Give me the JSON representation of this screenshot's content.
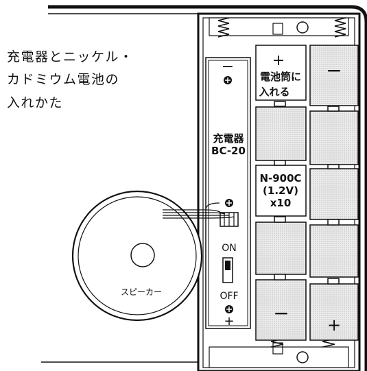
{
  "caption": {
    "line1": "充電器とニッケル・",
    "line2": "カドミウム電池の",
    "line3": "入れかた"
  },
  "charger": {
    "name": "充電器",
    "model": "BC-20",
    "minus_sign": "−",
    "plus_sign": "+",
    "switch_on": "ON",
    "switch_off": "OFF"
  },
  "battery": {
    "plus_sign": "+",
    "insert_line1": "電池筒に",
    "insert_line2": "入れる",
    "type": "N-900C",
    "voltage": "(1.2V)",
    "count": "x10",
    "minus_sign": "−"
  },
  "speaker": {
    "label": "スピーカー"
  },
  "colors": {
    "ink": "#111111",
    "cell_fill": "#e6e6e6",
    "paper": "#ffffff"
  }
}
